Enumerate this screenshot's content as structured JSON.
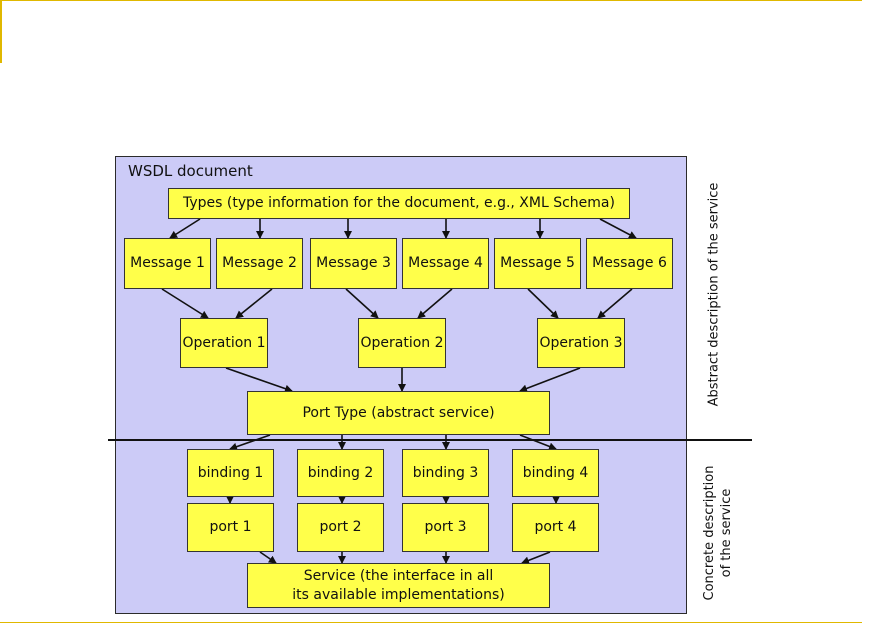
{
  "diagram": {
    "document_label": "WSDL document",
    "types_label": "Types (type information for the document, e.g., XML Schema)",
    "messages": [
      "Message 1",
      "Message 2",
      "Message 3",
      "Message 4",
      "Message 5",
      "Message 6"
    ],
    "operations": [
      "Operation 1",
      "Operation 2",
      "Operation 3"
    ],
    "port_type_label": "Port Type (abstract service)",
    "bindings": [
      "binding 1",
      "binding 2",
      "binding 3",
      "binding 4"
    ],
    "ports": [
      "port 1",
      "port 2",
      "port 3",
      "port 4"
    ],
    "service_line1": "Service (the interface in all",
    "service_line2": "its available implementations)",
    "abstract_label": "Abstract description of the service",
    "concrete_line1": "Concrete description",
    "concrete_line2": "of the service"
  },
  "colors": {
    "panel_fill": "#cccbf7",
    "box_fill": "#ffff4a",
    "accent_border": "#e0b800"
  }
}
